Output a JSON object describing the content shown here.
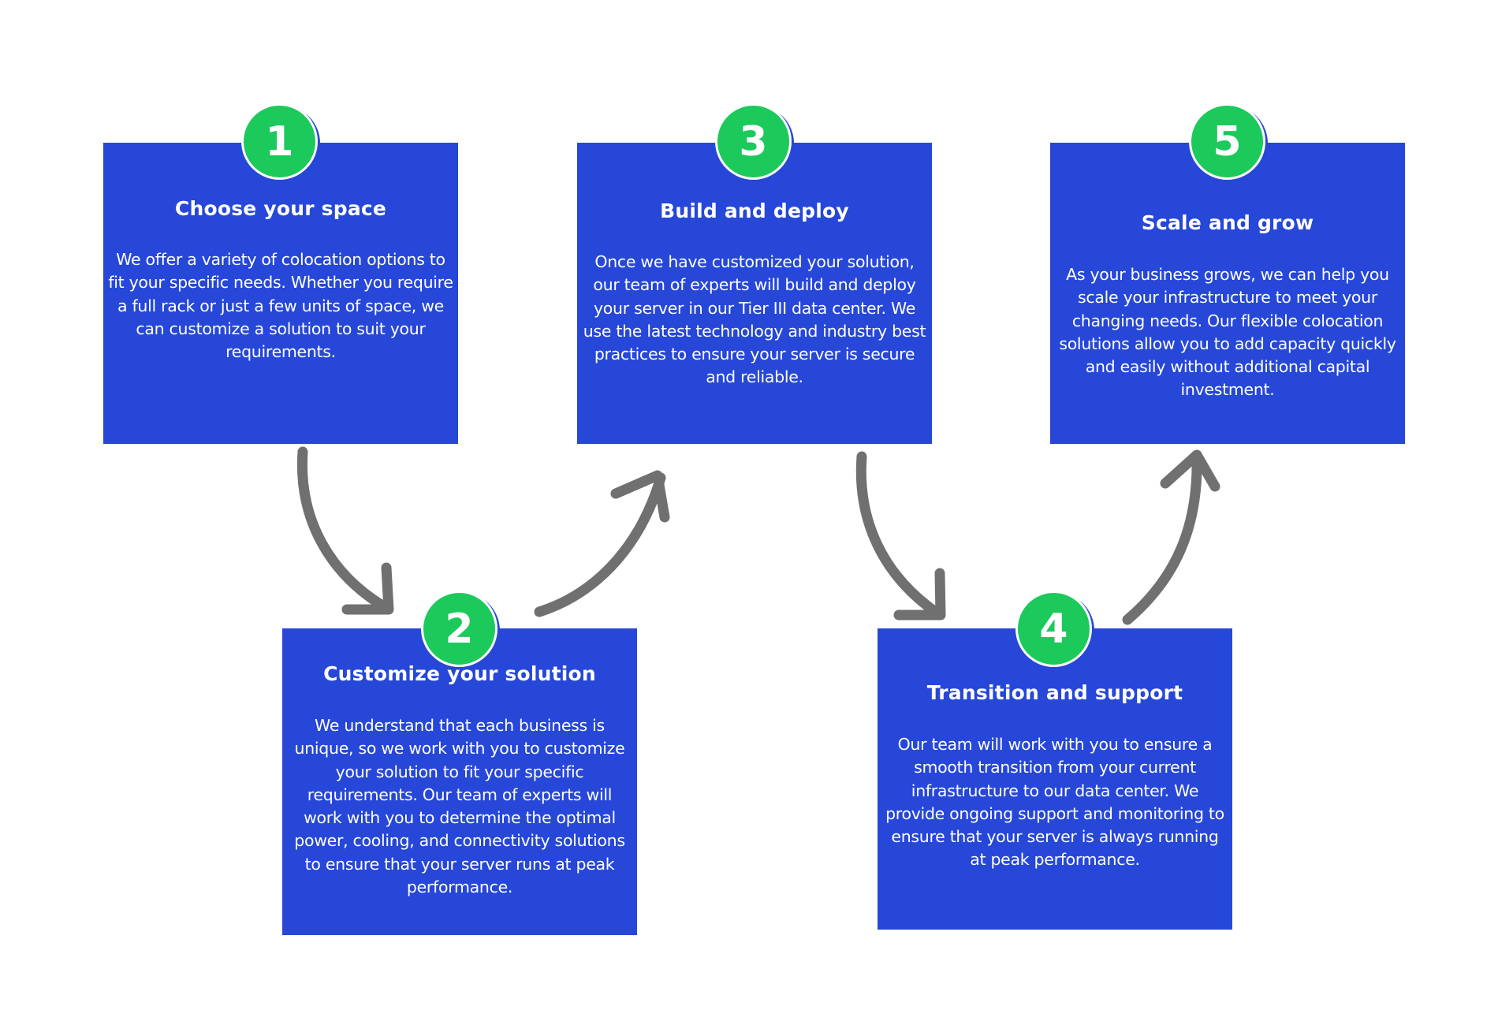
{
  "colors": {
    "card_background": "#2647d8",
    "badge_fill": "#1cc95b",
    "arrow": "#707070",
    "text": "#ffffff"
  },
  "steps": [
    {
      "number": "1",
      "title": "Choose your space",
      "description": "We offer a variety of colocation options to fit your specific needs. Whether you require a full rack or just a few units of space, we can customize a solution to suit your requirements."
    },
    {
      "number": "2",
      "title": "Customize your solution",
      "description": "We understand that each business is unique, so we work with you to customize your solution to fit your specific requirements. Our team of experts will work with you to determine the optimal power, cooling, and connectivity solutions to ensure that your server runs at peak performance."
    },
    {
      "number": "3",
      "title": "Build and deploy",
      "description": "Once we have customized your solution, our team of experts will build and deploy your server in our Tier III data center. We use the latest technology and industry best practices to ensure your server is secure and reliable."
    },
    {
      "number": "4",
      "title": "Transition and support",
      "description": "Our team will work with you to ensure a smooth transition from your current infrastructure to our data center. We provide ongoing support and monitoring to ensure that your server is always running at peak performance."
    },
    {
      "number": "5",
      "title": "Scale and grow",
      "description": "As your business grows, we can help you scale your infrastructure to meet your changing needs. Our flexible colocation solutions allow you to add capacity quickly and easily without additional capital investment."
    }
  ],
  "arrows": [
    {
      "from": "1",
      "to": "2"
    },
    {
      "from": "2",
      "to": "3"
    },
    {
      "from": "3",
      "to": "4"
    },
    {
      "from": "4",
      "to": "5"
    }
  ]
}
